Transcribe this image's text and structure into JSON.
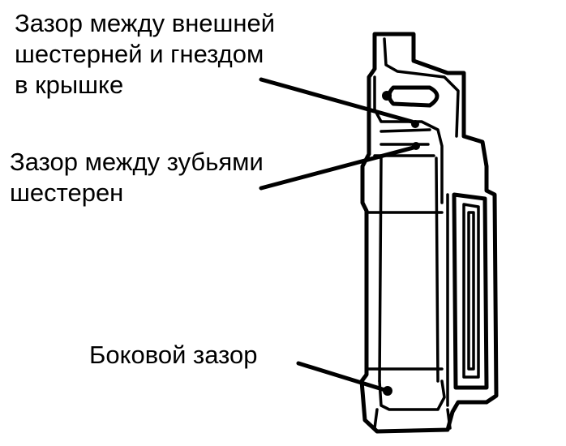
{
  "labels": {
    "outer_gear_clearance": {
      "lines": [
        "Зазор между внешней",
        "шестерней и гнездом",
        "в крышке"
      ]
    },
    "gear_teeth_clearance": {
      "lines": [
        "Зазор между зубьями",
        "шестерен"
      ]
    },
    "side_clearance": {
      "lines": [
        "Боковой зазор"
      ]
    }
  },
  "colors": {
    "ink": "#000000",
    "paper": "#ffffff"
  }
}
